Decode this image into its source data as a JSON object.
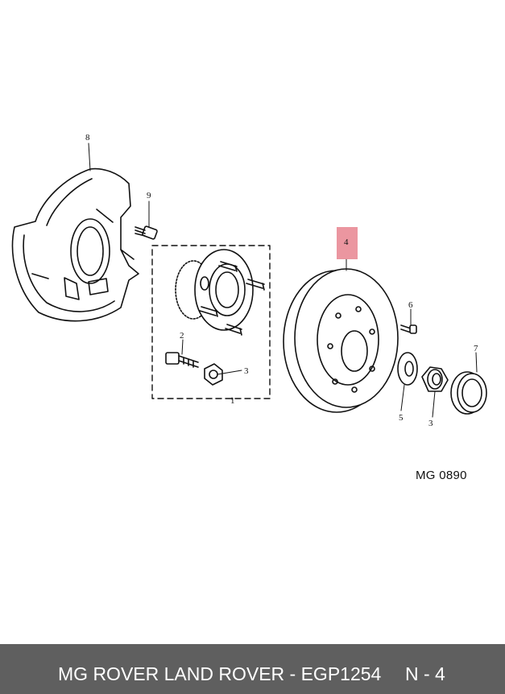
{
  "diagram": {
    "reference_code": "MG 0890",
    "callouts": {
      "c1": "1",
      "c2": "2",
      "c3a": "3",
      "c3b": "3",
      "c4": "4",
      "c5": "5",
      "c6": "6",
      "c7": "7",
      "c8": "8",
      "c9": "9"
    },
    "highlight_color": "#e8848f"
  },
  "footer": {
    "title": "MG ROVER LAND ROVER - EGP1254",
    "page": "N - 4"
  }
}
